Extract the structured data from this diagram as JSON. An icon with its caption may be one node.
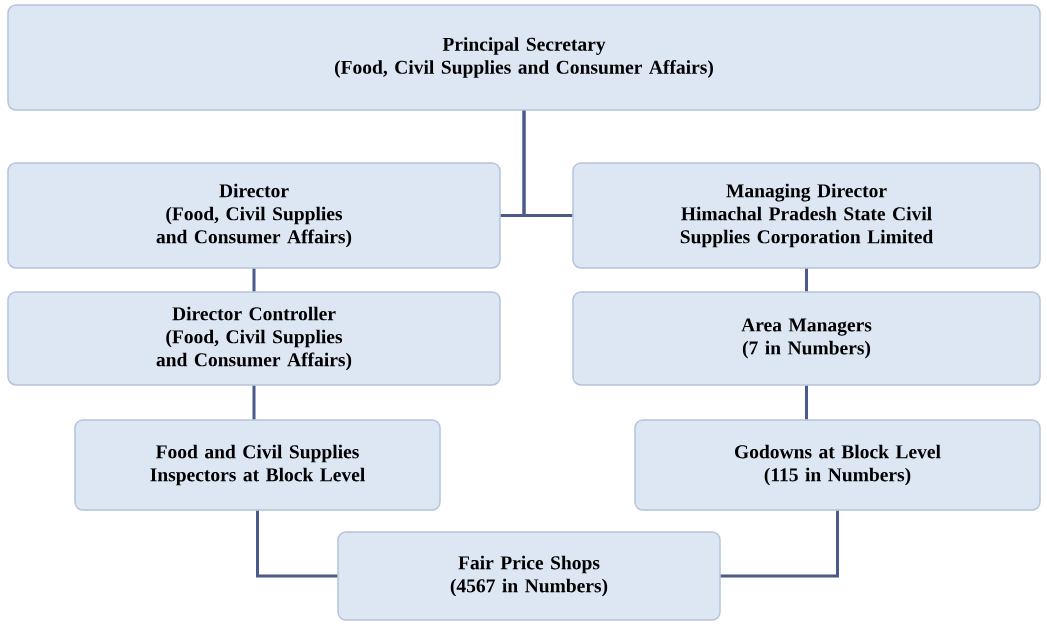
{
  "diagram": {
    "nodes": [
      {
        "text": [
          "Principal Secretary",
          "(Food, Civil Supplies and Consumer Affairs)"
        ]
      },
      {
        "text": [
          "Director",
          "(Food, Civil Supplies and Consumer Affairs)"
        ]
      },
      {
        "text": [
          "Managing Director",
          "Himachal Pradesh State Civil Supplies Corporation Limited"
        ]
      },
      {
        "text": [
          "Director Controller",
          "(Food, Civil Supplies and Consumer Affairs)"
        ]
      },
      {
        "text": [
          "Area Managers",
          "(7 in Numbers)"
        ]
      },
      {
        "text": [
          "Food and Civil Supplies Inspectors at Block Level"
        ]
      },
      {
        "text": [
          "Godowns at Block Level",
          "(115 in Numbers)"
        ]
      },
      {
        "text": [
          "Fair Price Shops",
          "(4567 in Numbers)"
        ]
      }
    ],
    "edges": [
      {
        "from": 0,
        "to": 1,
        "arrow": "none"
      },
      {
        "from": 0,
        "to": 2,
        "arrow": "none"
      },
      {
        "from": 1,
        "to": 3,
        "arrow": "none"
      },
      {
        "from": 3,
        "to": 5,
        "arrow": "none"
      },
      {
        "from": 2,
        "to": 4,
        "arrow": "none"
      },
      {
        "from": 4,
        "to": 6,
        "arrow": "none"
      },
      {
        "from": 5,
        "to": 7,
        "arrow": "none"
      },
      {
        "from": 6,
        "to": 7,
        "arrow": "none"
      }
    ]
  }
}
